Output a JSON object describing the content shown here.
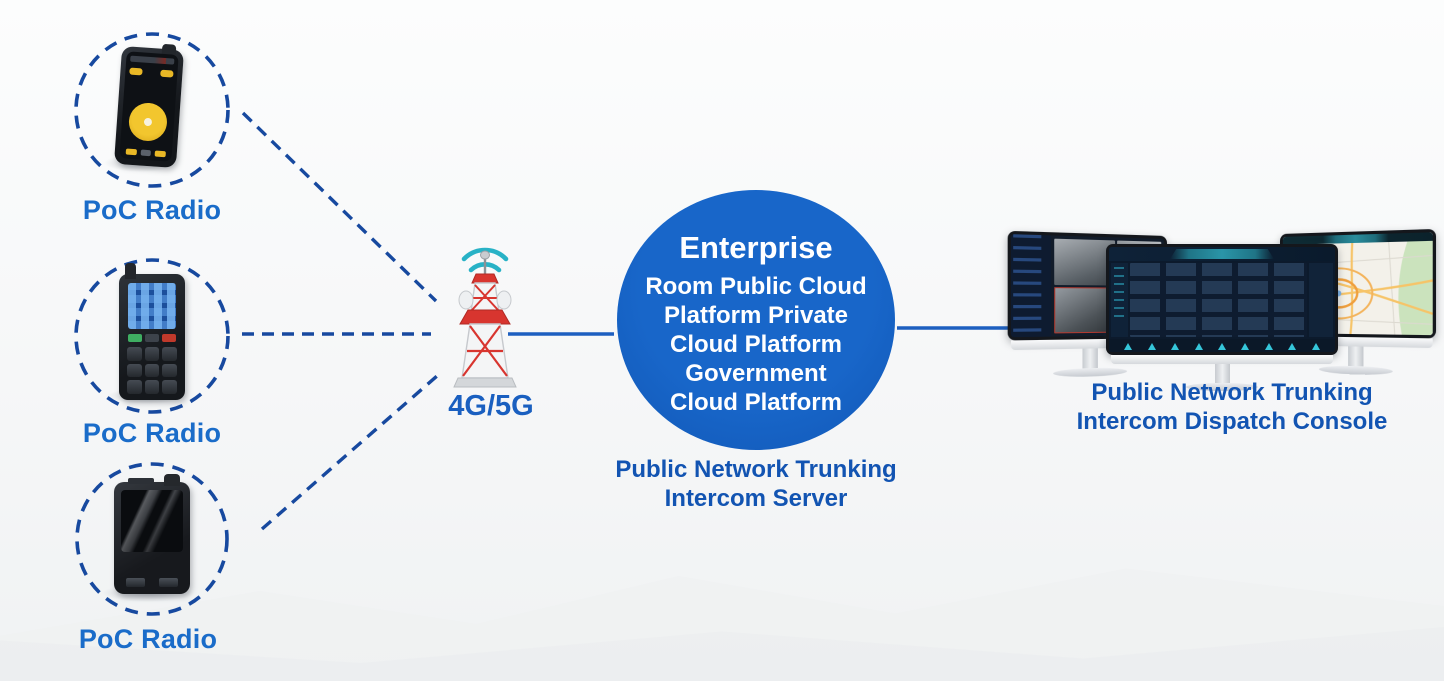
{
  "devices": [
    {
      "label": "PoC Radio"
    },
    {
      "label": "PoC Radio"
    },
    {
      "label": "PoC Radio"
    }
  ],
  "network": {
    "label": "4G/5G"
  },
  "server": {
    "title": "Enterprise",
    "lines": [
      "Room Public Cloud",
      "Platform Private",
      "Cloud Platform",
      "Government",
      "Cloud Platform"
    ],
    "caption": [
      "Public Network Trunking",
      "Intercom Server"
    ]
  },
  "console": {
    "caption": [
      "Public Network Trunking",
      "Intercom Dispatch Console"
    ]
  },
  "colors": {
    "label_blue": "#1a6cc9",
    "caption_blue": "#1254b2",
    "circle_fill": "#1460bf",
    "dashed_stroke": "#17499f",
    "solid_line": "#1d5fc0",
    "wifi_teal": "#28b2c6",
    "tower_red": "#d8352f",
    "ptt_yellow": "#e9b826"
  }
}
